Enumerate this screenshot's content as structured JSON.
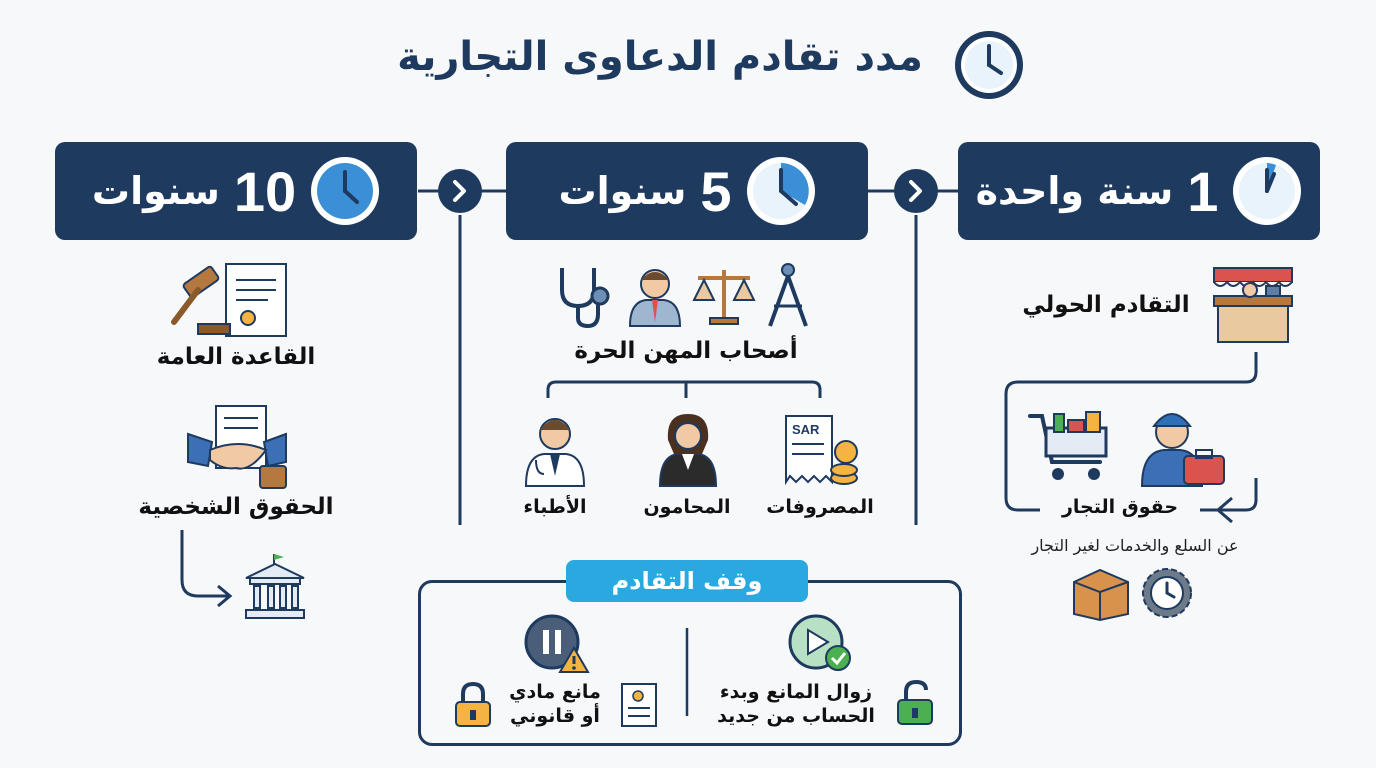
{
  "title": "مدد تقادم الدعاوى التجارية",
  "periods": [
    {
      "number": "1",
      "unit": "سنة واحدة"
    },
    {
      "number": "5",
      "unit": "سنوات"
    },
    {
      "number": "10",
      "unit": "سنوات"
    }
  ],
  "one_year": {
    "heading": "التقادم الحولي",
    "merchant_rights": "حقوق التجار",
    "merchant_note": "عن السلع والخدمات لغير التجار"
  },
  "five_years": {
    "heading": "أصحاب المهن الحرة",
    "items": [
      "المصروفات",
      "المحامون",
      "الأطباء"
    ],
    "sar_text": "SAR"
  },
  "ten_years": {
    "general_rule": "القاعدة العامة",
    "personal_rights": "الحقوق الشخصية"
  },
  "suspension": {
    "title": "وقف التقادم",
    "resume_line1": "زوال المانع وبدء",
    "resume_line2": "الحساب من جديد",
    "obstacle_line1": "مانع مادي",
    "obstacle_line2": "أو قانوني"
  },
  "colors": {
    "navy": "#1e3a5f",
    "accent": "#2aa8e0",
    "clock_face": "#3b8fd6"
  }
}
